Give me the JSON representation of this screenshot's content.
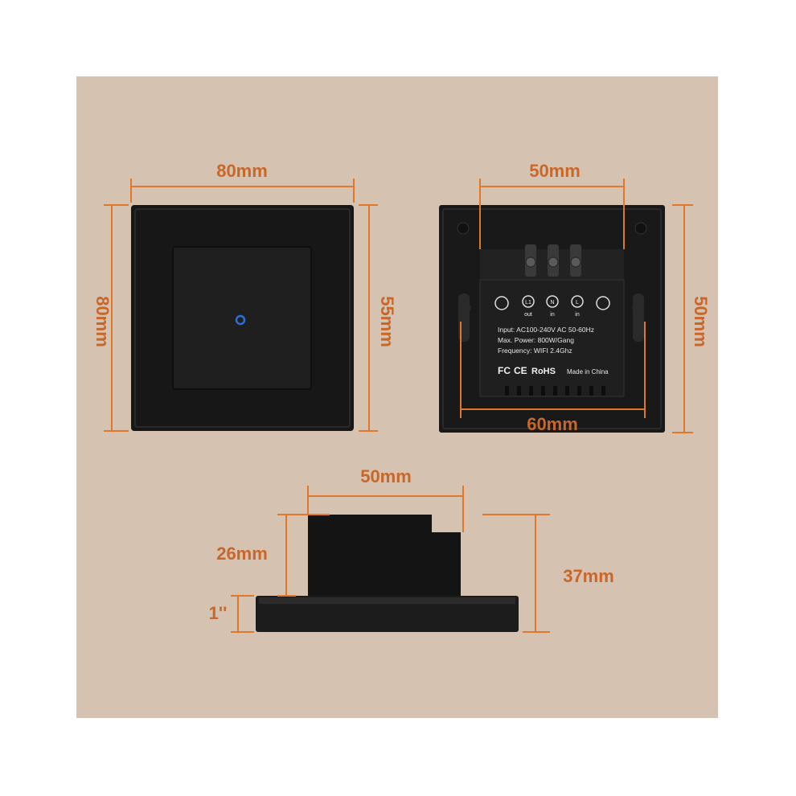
{
  "colors": {
    "background": "#d6c2b0",
    "page": "#ffffff",
    "accent": "#e0782c",
    "device": "#1a1a1a",
    "label_panel": "#1f1f1f",
    "indicator": "#2b6fd6"
  },
  "front_view": {
    "width_label": "80mm",
    "height_label": "80mm",
    "inner_label": "55mm",
    "indicator_icon": "led-dot-icon"
  },
  "back_view": {
    "top_label": "50mm",
    "side_label": "50mm",
    "bottom_label": "60mm",
    "terminals": [
      "L1\nout",
      "N\nin",
      "L\nin"
    ],
    "spec_lines": [
      "Input: AC100-240V AC 50-60Hz",
      "Max. Power: 800W/Gang",
      "Frequency: WIFI 2.4Ghz"
    ],
    "cert_fc": "FC",
    "cert_ce": "CE",
    "cert_rohs": "RoHS",
    "made_in": "Made in China"
  },
  "side_view": {
    "top_label": "50mm",
    "body_label": "26mm",
    "plate_label": "1''",
    "total_label": "37mm"
  }
}
